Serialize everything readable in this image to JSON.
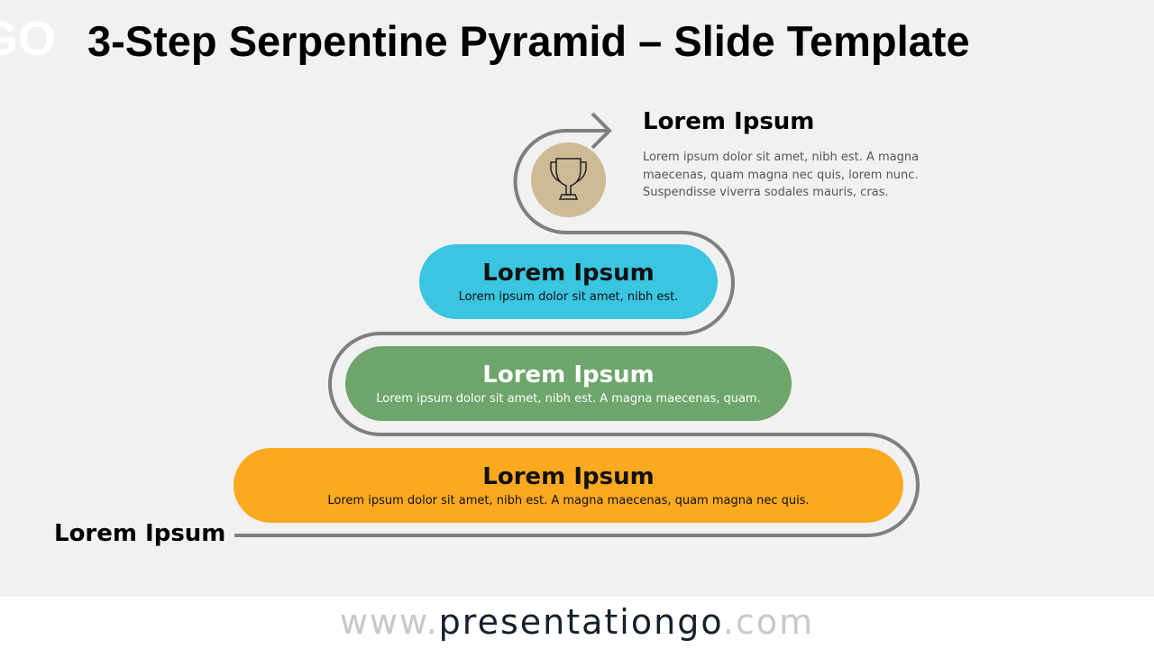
{
  "logo_text": "GO",
  "title": "3-Step Serpentine Pyramid – Slide Template",
  "colors": {
    "step1": "#fba920",
    "step2": "#6da56b",
    "step3": "#3ac5e0",
    "goal_circle": "#cfba96",
    "path": "#7f7f7f"
  },
  "start_label": "Lorem Ipsum",
  "steps": [
    {
      "title": "Lorem Ipsum",
      "desc": "Lorem ipsum dolor sit amet, nibh est. A magna maecenas, quam magna nec quis."
    },
    {
      "title": "Lorem Ipsum",
      "desc": "Lorem ipsum dolor sit amet, nibh est. A magna maecenas, quam."
    },
    {
      "title": "Lorem Ipsum",
      "desc": "Lorem ipsum dolor sit amet, nibh est."
    }
  ],
  "goal": {
    "icon": "trophy-icon",
    "title": "Lorem Ipsum",
    "desc": "Lorem ipsum dolor sit amet, nibh est. A magna maecenas, quam magna nec quis, lorem nunc. Suspendisse viverra sodales mauris, cras."
  },
  "footer": {
    "prefix": "www.",
    "brand": "presentationgo",
    "suffix": ".com"
  }
}
